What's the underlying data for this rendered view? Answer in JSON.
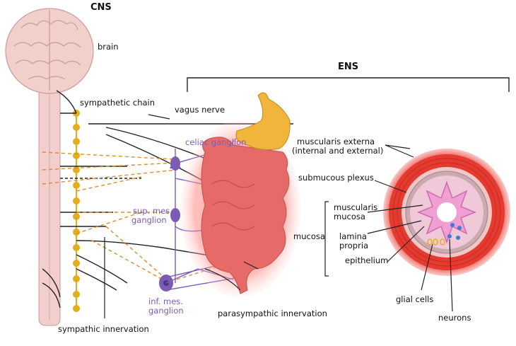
{
  "headers": {
    "cns": "CNS",
    "ens": "ENS"
  },
  "labels": {
    "brain": "brain",
    "sympathetic_chain": "sympathetic chain",
    "vagus_nerve": "vagus nerve",
    "celiac_ganglion": "celiac ganglion",
    "sup_mes_ganglion_1": "sup. mes.",
    "sup_mes_ganglion_2": "ganglion",
    "inf_mes_ganglion_1": "inf. mes.",
    "inf_mes_ganglion_2": "ganglion",
    "sympathic_innervation": "sympathic innervation",
    "parasympathic_innervation": "parasympathic innervation",
    "muscularis_externa_1": "muscularis externa",
    "muscularis_externa_2": "(internal and external)",
    "submucous_plexus": "submucous plexus",
    "muscularis_mucosa_1": "muscularis",
    "muscularis_mucosa_2": "mucosa",
    "mucosa": "mucosa",
    "lamina_propria_1": "lamina",
    "lamina_propria_2": "propria",
    "epithelium": "epithelium",
    "glial_cells": "glial cells",
    "neurons": "neurons"
  },
  "colors": {
    "spine": "#f2cfcc",
    "spine_stroke": "#c99a98",
    "brain": "#f1cfcb",
    "ganglion_chain": "#e3ad1b",
    "intestine": "#e66b68",
    "intestine_glow": "#ff8a86",
    "stomach": "#f0b53a",
    "purple": "#7b5cb5",
    "orange_dash": "#e38a2a",
    "muscle_red": "#e43a2f",
    "mucosa_pink": "#ef9fd2"
  }
}
